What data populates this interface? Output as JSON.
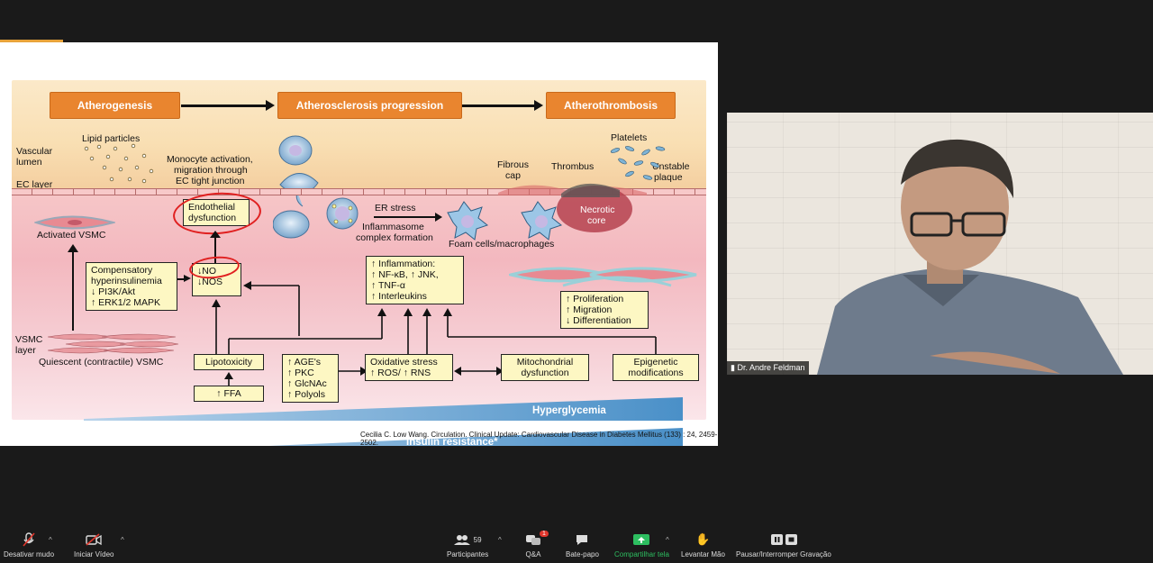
{
  "slide": {
    "stages": [
      "Atherogenesis",
      "Atherosclerosis progression",
      "Atherothrombosis"
    ],
    "labels": {
      "vascular_lumen_1": "Vascular",
      "vascular_lumen_2": "lumen",
      "ec_layer": "EC layer",
      "lipid_particles": "Lipid particles",
      "monocyte_1": "Monocyte activation,",
      "monocyte_2": "migration through",
      "monocyte_3": "EC tight junction",
      "fibrous_cap_1": "Fibrous",
      "fibrous_cap_2": "cap",
      "thrombus": "Thrombus",
      "platelets": "Platelets",
      "unstable_1": "Unstable",
      "unstable_2": "plaque",
      "necrotic_1": "Necrotic",
      "necrotic_2": "core",
      "er_stress": "ER stress",
      "inflammasome_1": "Inflammasome",
      "inflammasome_2": "complex formation",
      "foam_cells": "Foam cells/macrophages",
      "activated_vsmc": "Activated VSMC",
      "vsmc_layer_1": "VSMC",
      "vsmc_layer_2": "layer",
      "quiescent_vsmc": "Quiescent (contractile) VSMC",
      "hyperglycemia": "Hyperglycemia",
      "insulin_resistance": "Insulin resistance*"
    },
    "boxes": {
      "endothelial": [
        "Endothelial",
        "dysfunction"
      ],
      "no_nos": [
        "↓NO",
        "↓NOS"
      ],
      "compensatory": [
        "Compensatory",
        "hyperinsulinemia",
        "↓ PI3K/Akt",
        "↑ ERK1/2 MAPK"
      ],
      "inflammation": [
        "↑ Inflammation:",
        "↑ NF-κB, ↑ JNK,",
        "↑ TNF-α",
        "↑ Interleukins"
      ],
      "proliferation": [
        "↑ Proliferation",
        "↑ Migration",
        "↓ Differentiation"
      ],
      "lipotoxicity": [
        "Lipotoxicity"
      ],
      "ffa": [
        "↑ FFA"
      ],
      "age": [
        "↑ AGE's",
        "↑ PKC",
        "↑ GlcNAc",
        "↑ Polyols"
      ],
      "oxidative": [
        "Oxidative stress",
        "↑ ROS/ ↑ RNS"
      ],
      "mitochondrial": [
        "Mitochondrial",
        "dysfunction"
      ],
      "epigenetic": [
        "Epigenetic",
        "modifications"
      ]
    },
    "citation": "Cecilia C. Low Wang. Circulation. Clinical Update: Cardiovascular Disease in Diabetes Mellitus (133) : 24, 2459-2502."
  },
  "video": {
    "participant_name": "Dr. Andre Feldman"
  },
  "toolbar": {
    "mute": "Desativar mudo",
    "video": "Iniciar Vídeo",
    "participants": "Participantes",
    "participants_count": "59",
    "qa": "Q&A",
    "qa_badge": "1",
    "chat": "Bate-papo",
    "share": "Compartilhar tela",
    "raise_hand": "Levantar Mão",
    "record": "Pausar/Interromper Gravação"
  },
  "colors": {
    "stage_orange": "#e9852f",
    "share_green": "#2dbe60",
    "annotation_red": "#e02020",
    "wedge_blue": "#4a90c8"
  }
}
